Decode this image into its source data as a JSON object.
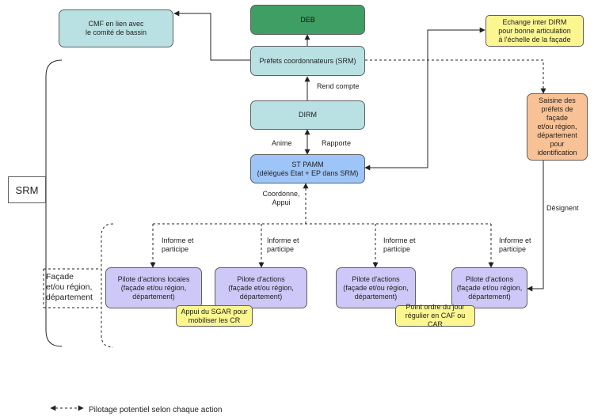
{
  "nodes": {
    "cmf": "CMF en lien avec\nle comité de bassin",
    "deb": "DEB",
    "echange": "Echange inter DIRM\npour bonne articulation\nà l'échelle de la façade",
    "prefets": "Préfets coordonnateurs (SRM)",
    "dirm": "DIRM",
    "saisine": "Saisine des\npréfets de façade\net/ou région,\ndépartement\npour identification",
    "st_pamm": "ST PAMM\n(délégués Etat + EP dans SRM)",
    "srm": "SRM",
    "pilote_1": "Pilote d'actions locales\n(façade et/ou région,\ndépartement)",
    "pilote_2": "Pilote d'actions\n(façade et/ou région,\ndépartement)",
    "pilote_3": "Pilote d'actions\n(façade et/ou région,\ndépartement)",
    "pilote_4": "Pilote d'actions\n(façade et/ou région,\ndépartement)",
    "appui_sgar": "Appui du SGAR pour\nmobiliser les CR",
    "point_ordre": "Point ordre du jour\nrégulier en CAF ou CAR"
  },
  "labels": {
    "rend_compte": "Rend compte",
    "anime": "Anime",
    "rapporte": "Rapporte",
    "coordonne": "Coordonne,\nAppui",
    "designent": "Désignent",
    "informe_1": "Informe et\nparticipe",
    "informe_2": "Informe et\nparticipe",
    "informe_3": "Informe et\nparticipe",
    "informe_4": "Informe et\nparticipe",
    "facade": "Façade\net/ou région,\ndépartement"
  },
  "legend": {
    "text": "Pilotage potentiel selon chaque action"
  }
}
